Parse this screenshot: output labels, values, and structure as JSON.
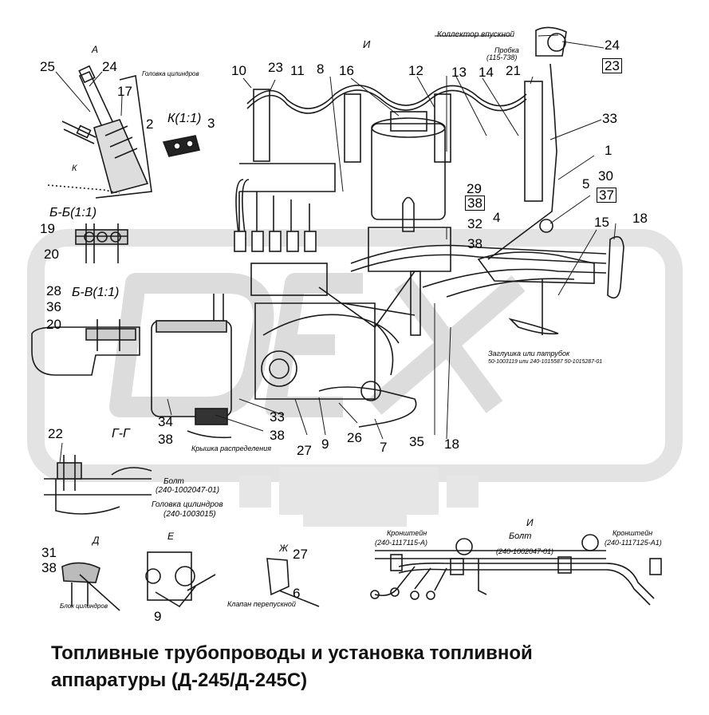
{
  "title_line1": "Топливные трубопроводы и установка топливной",
  "title_line2": "аппаратуры (Д-245/Д-245С)",
  "watermark": "DEX",
  "callouts": {
    "c25": "25",
    "c24a": "24",
    "c17": "17",
    "c2": "2",
    "c3": "3",
    "c10": "10",
    "c23": "23",
    "c11": "11",
    "c8": "8",
    "c16": "16",
    "c12": "12",
    "c13": "13",
    "c14": "14",
    "c21": "21",
    "c24b": "24",
    "c23box": "23",
    "c33a": "33",
    "c1": "1",
    "c5": "5",
    "c30": "30",
    "c37box": "37",
    "c18a": "18",
    "c15": "15",
    "c29": "29",
    "c38box": "38",
    "c4": "4",
    "c32": "32",
    "c38a": "38",
    "c19": "19",
    "c20a": "20",
    "c28": "28",
    "c36": "36",
    "c20b": "20",
    "c34": "34",
    "c38b": "38",
    "c33b": "33",
    "c38c": "38",
    "c27a": "27",
    "c9a": "9",
    "c26": "26",
    "c7": "7",
    "c35": "35",
    "c18b": "18",
    "c22": "22",
    "c31": "31",
    "c38d": "38",
    "c9b": "9",
    "c27b": "27",
    "c6": "6"
  },
  "sections": {
    "A": "А",
    "K": "К(1:1)",
    "K_small": "К",
    "B": "Б-Б(1:1)",
    "V": "Б-В(1:1)",
    "G": "Г-Г",
    "D": "Д",
    "E": "Е",
    "Zh": "Ж",
    "I": "И",
    "I2": "И"
  },
  "notes": {
    "kollektor": "Коллектор впускной",
    "probka": "Пробка",
    "probka_num": "(115-738)",
    "golovka_top": "Головка цилиндров",
    "bolt1": "Болт",
    "bolt1_num": "(240-1002047-01)",
    "golovka": "Головка цилиндров",
    "golovka_num": "(240-1003015)",
    "kryshka": "Крышка распределения",
    "zaglushka": "Заглушка или патрубок",
    "zaglushka_num": "50-1003119 или 240-1015587 50-1015287-01",
    "blok": "Блок цилиндров",
    "klapan": "Клапан перепускной",
    "kronshtein1": "Кронштейн",
    "kronshtein1_num": "(240-1117115-А)",
    "bolt2": "Болт",
    "bolt2_num": "(240-1002047-01)",
    "kronshtein2": "Кронштейн",
    "kronshtein2_num": "(240-1117125-А1)"
  }
}
